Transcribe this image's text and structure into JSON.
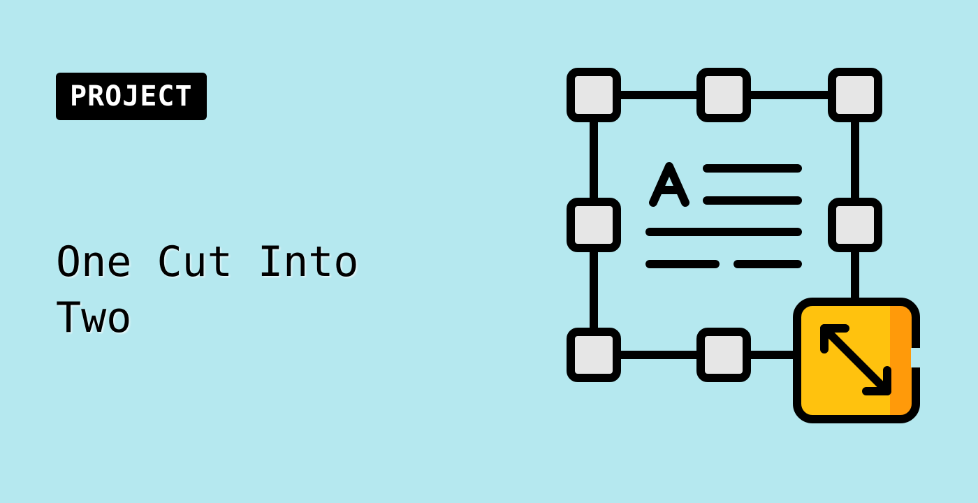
{
  "badge": {
    "label": "PROJECT"
  },
  "title": {
    "text": "One Cut Into Two"
  },
  "illustration": {
    "icon": "resize-text-box-icon",
    "letter": "A",
    "colors": {
      "stroke": "#000000",
      "handle_fill": "#e6e6e6",
      "resize_fill": "#ffc20e",
      "resize_shade": "#ff9a0a"
    }
  }
}
